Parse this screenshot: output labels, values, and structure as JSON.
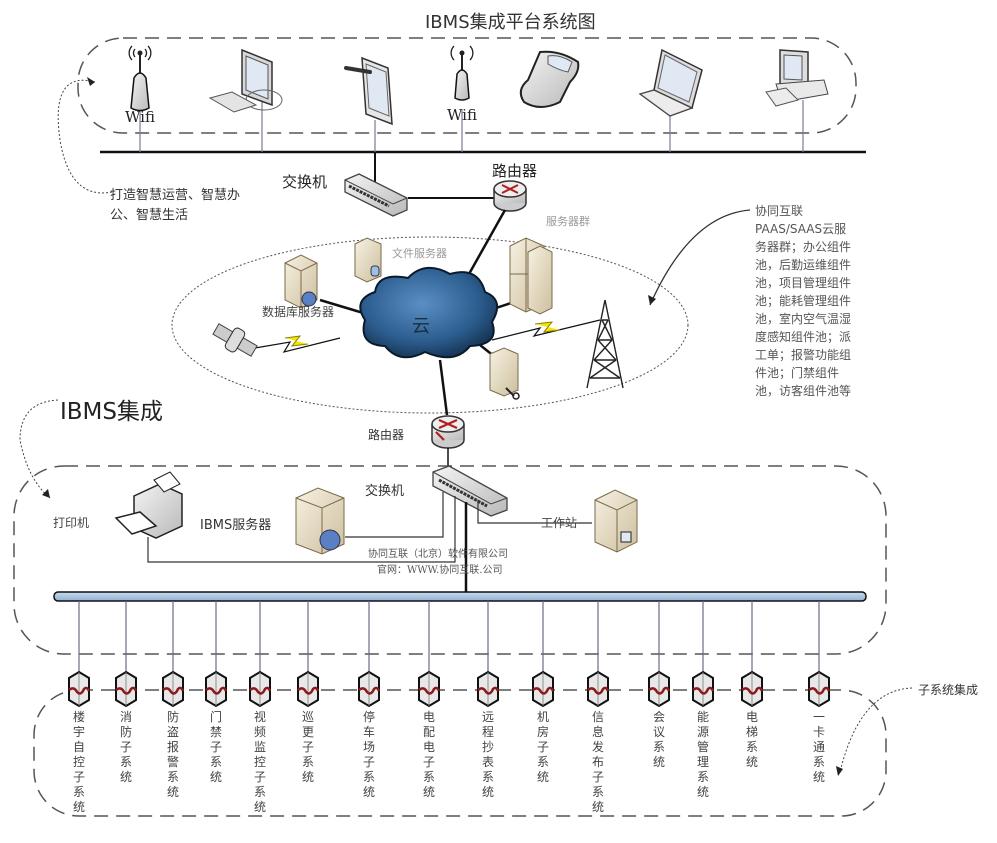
{
  "title": "IBMS集成平台系统图",
  "top_section": {
    "devices": [
      {
        "name": "wifi-ap-1",
        "icon": "wifi-antenna-icon",
        "label": "Wifi"
      },
      {
        "name": "desktop-monitor",
        "icon": "monitor-icon",
        "label": ""
      },
      {
        "name": "tablet",
        "icon": "tablet-icon",
        "label": ""
      },
      {
        "name": "wifi-ap-2",
        "icon": "wifi-antenna-icon",
        "label": "Wifi"
      },
      {
        "name": "mobile-phone",
        "icon": "phone-icon",
        "label": ""
      },
      {
        "name": "laptop",
        "icon": "laptop-icon",
        "label": ""
      },
      {
        "name": "desktop-pc",
        "icon": "desktop-pc-icon",
        "label": ""
      }
    ],
    "annotation": "打造智慧运营、智慧办公、智慧生活"
  },
  "network": {
    "switch_label": "交换机",
    "router_label": "路由器",
    "server_cluster_label": "服务器群",
    "file_server_label": "文件服务器",
    "db_server_label": "数据库服务器",
    "cloud_label": "云",
    "cloud_note": "协同互联PAAS/SAAS云服务器群；办公组件池，后勤运维组件池，项目管理组件池；能耗管理组件池，室内空气温湿度感知组件池；派工单；报警功能组件池；门禁组件池，访客组件池等"
  },
  "ibms": {
    "heading": "IBMS集成",
    "router_label": "路由器",
    "switch_label": "交换机",
    "printer_label": "打印机",
    "server_label": "IBMS服务器",
    "workstation_label": "工作站",
    "company": "协同互联（北京）软件有限公司",
    "website": "官网：WWW.协同互联.公司"
  },
  "subsystems": {
    "heading": "子系统集成",
    "items": [
      "楼宇自控子系统",
      "消防子系统",
      "防盗报警系统",
      "门禁子系统",
      "视频监控子系统",
      "巡更子系统",
      "停车场子系统",
      "电配电子系统",
      "远程抄表系统",
      "机房子系统",
      "信息发布子系统",
      "会议系统",
      "能源管理系统",
      "电梯系统",
      "一卡通系统"
    ]
  },
  "colors": {
    "bus_fill": "#a9c4e0",
    "cloud": "#1f4e79",
    "lightning": "#f5e400",
    "router_red": "#b01e1e",
    "server_beige": "#e8dcc0"
  }
}
